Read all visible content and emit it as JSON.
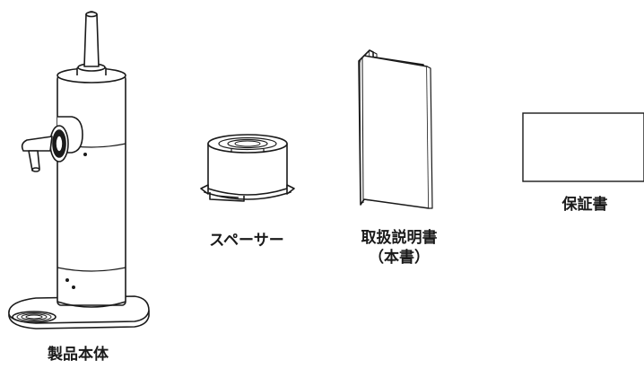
{
  "items": [
    {
      "id": "body",
      "label": "製品本体"
    },
    {
      "id": "spacer",
      "label": "スペーサー"
    },
    {
      "id": "manual",
      "label_lines": [
        "取扱説明書",
        "（本書）"
      ]
    },
    {
      "id": "warranty",
      "label": "保証書"
    }
  ]
}
